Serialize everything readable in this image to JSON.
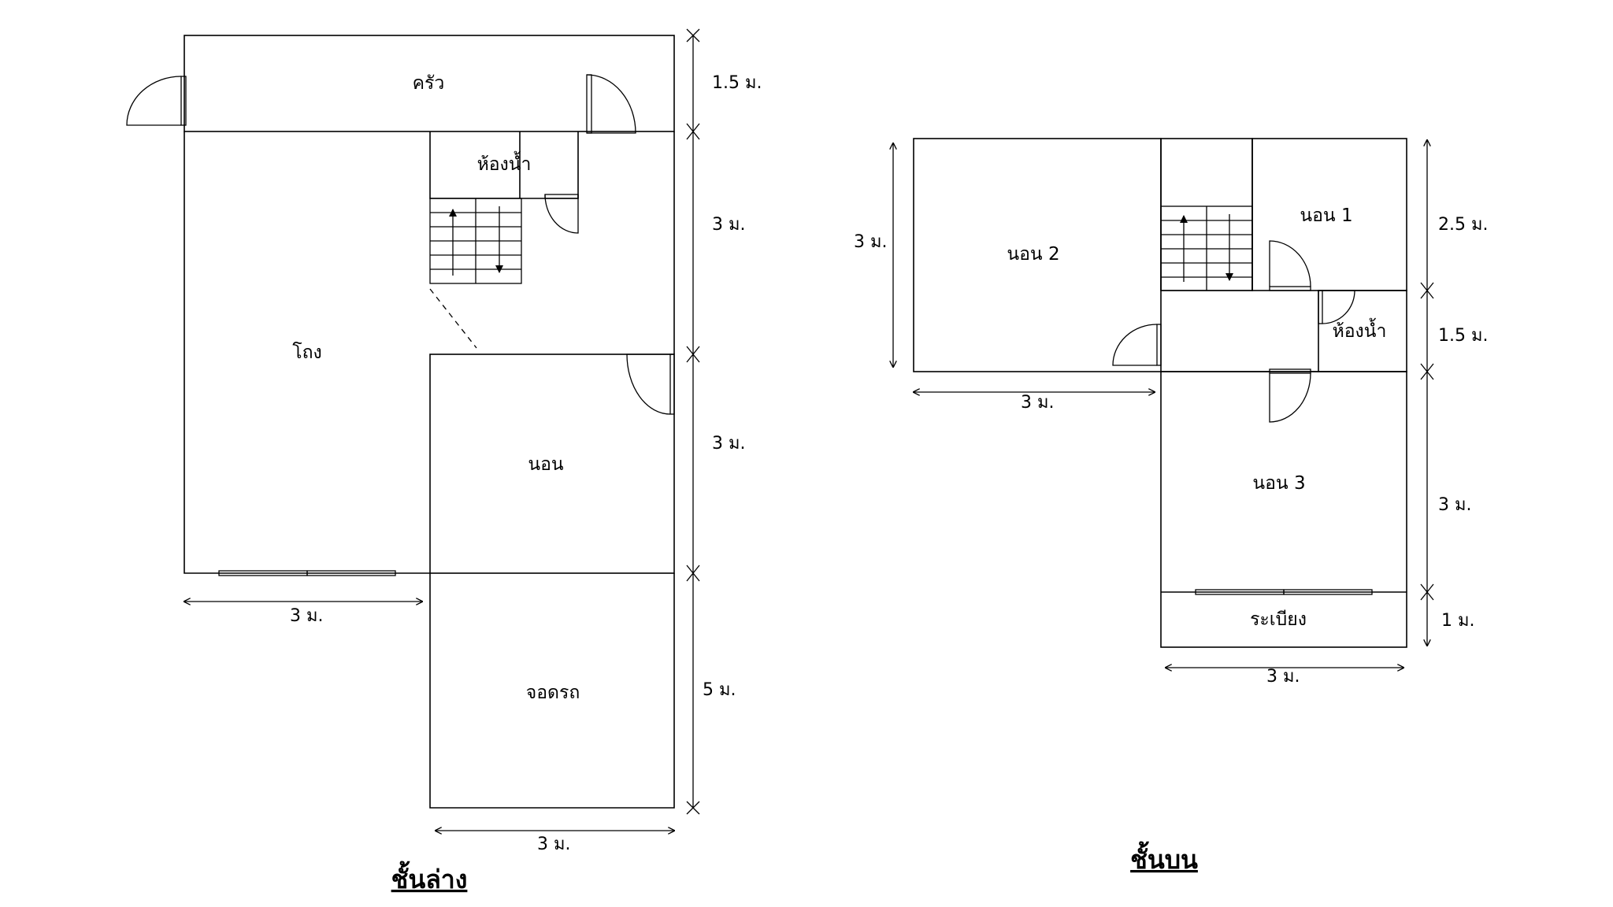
{
  "ground_floor": {
    "title": "ชั้นล่าง",
    "rooms": {
      "kitchen": "ครัว",
      "bathroom": "ห้องน้ำ",
      "hall": "โถง",
      "bedroom": "นอน",
      "garage": "จอดรถ"
    },
    "dimensions": {
      "kitchen_depth": "1.5 ม.",
      "bathroom_depth": "3 ม.",
      "bedroom_depth": "3 ม.",
      "garage_depth": "5 ม.",
      "hall_width": "3 ม.",
      "garage_width": "3 ม."
    }
  },
  "upper_floor": {
    "title": "ชั้นบน",
    "rooms": {
      "bedroom1": "นอน 1",
      "bedroom2": "นอน 2",
      "bedroom3": "นอน 3",
      "bathroom": "ห้องน้ำ",
      "balcony": "ระเบียง"
    },
    "dimensions": {
      "bedroom2_depth": "3 ม.",
      "bedroom2_width": "3 ม.",
      "bedroom1_depth": "2.5 ม.",
      "bathroom_depth": "1.5 ม.",
      "bedroom3_depth": "3 ม.",
      "balcony_depth": "1 ม.",
      "bedroom3_width": "3 ม."
    }
  }
}
